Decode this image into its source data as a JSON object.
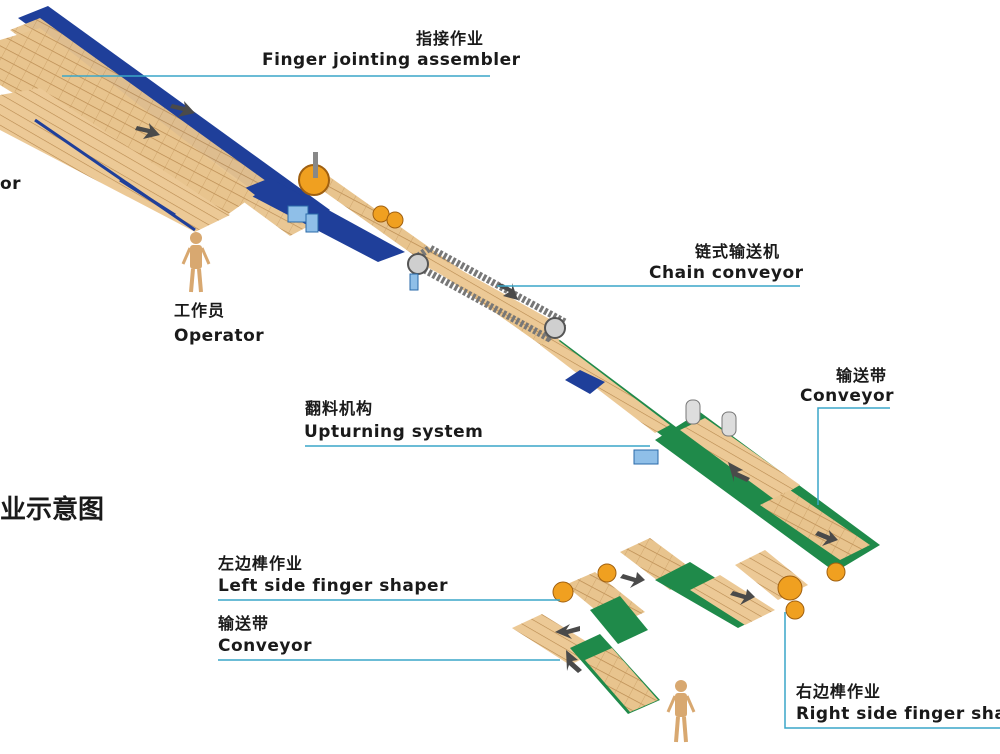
{
  "labels": {
    "finger_jointing_zh": "指接作业",
    "finger_jointing_en": "Finger jointing assembler",
    "operator_partial_en": "or",
    "chain_conveyor_zh": "链式输送机",
    "chain_conveyor_en": "Chain conveyor",
    "operator_zh": "工作员",
    "operator_en": "Operator",
    "conveyor_right_zh": "输送带",
    "conveyor_right_en": "Conveyor",
    "upturning_zh": "翻料机构",
    "upturning_en": "Upturning system",
    "diagram_title_partial": "业示意图",
    "left_shaper_zh": "左边榫作业",
    "left_shaper_en": "Left side finger shaper",
    "conveyor_left_zh": "输送带",
    "conveyor_left_en": "Conveyor",
    "right_shaper_zh": "右边榫作业",
    "right_shaper_en": "Right side finger shape"
  },
  "colors": {
    "wood": "#e8c48e",
    "wood_edge": "#b8894e",
    "blue_belt": "#1f3f9a",
    "green_belt": "#1f8a4a",
    "leader_line": "#3aa6c8",
    "arrow": "#4a4a4a",
    "chain": "#777777",
    "wheel": "#f0a020"
  }
}
